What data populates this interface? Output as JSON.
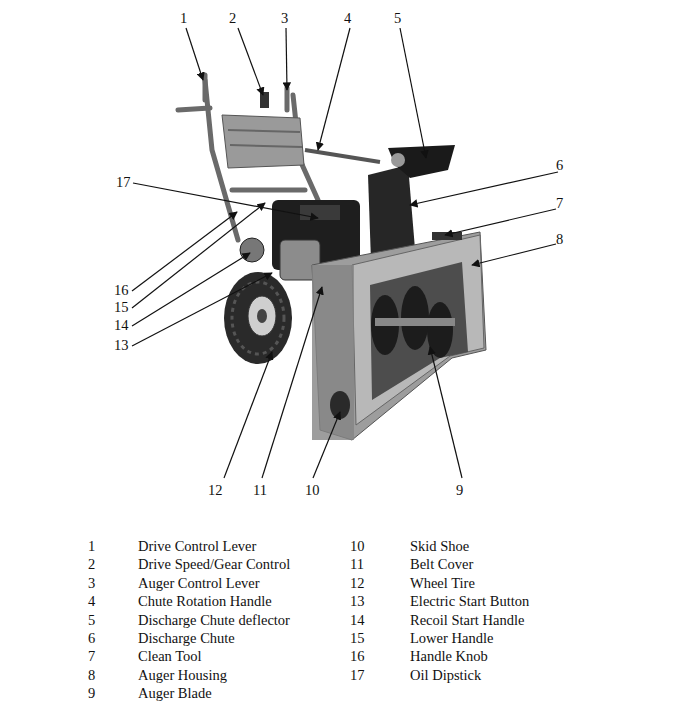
{
  "diagram": {
    "labels": [
      "1",
      "2",
      "3",
      "4",
      "5",
      "6",
      "17",
      "7",
      "8",
      "16",
      "15",
      "14",
      "13",
      "12",
      "11",
      "10",
      "9",
      "1",
      "Drive Control Lever",
      "2",
      "Drive Speed/Gear Control",
      "3",
      "Auger Control Lever",
      "4",
      "Chute Rotation Handle",
      "5",
      "Discharge Chute deflector",
      "6",
      "Discharge Chute",
      "7",
      "Clean Tool",
      "8",
      "Auger Housing",
      "9",
      "Auger Blade",
      "10",
      "Skid Shoe",
      "11",
      "Belt Cover",
      "12",
      "Wheel Tire",
      "13",
      "Electric Start Button",
      "14",
      "Recoil Start Handle",
      "15",
      "Lower Handle",
      "16",
      "Handle Knob",
      "17",
      "Oil Dipstick"
    ]
  }
}
